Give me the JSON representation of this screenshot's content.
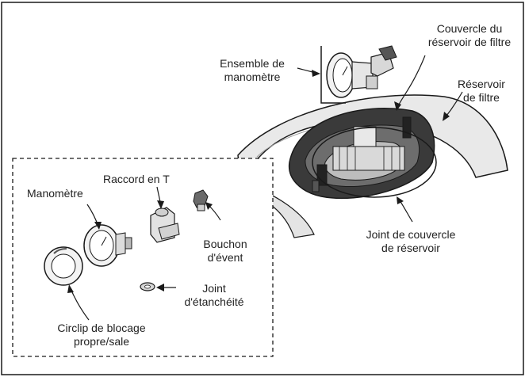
{
  "labels": {
    "couvercle_line1": "Couvercle du",
    "couvercle_line2": "réservoir de filtre",
    "ensemble_line1": "Ensemble de",
    "ensemble_line2": "manomètre",
    "reservoir_line1": "Réservoir",
    "reservoir_line2": "de filtre",
    "joint_couvercle_line1": "Joint de couvercle",
    "joint_couvercle_line2": "de réservoir",
    "manometre": "Manomètre",
    "raccord": "Raccord en T",
    "bouchon_line1": "Bouchon",
    "bouchon_line2": "d'évent",
    "joint_etanch_line1": "Joint",
    "joint_etanch_line2": "d'étanchéité",
    "circlip_line1": "Circlip de blocage",
    "circlip_line2": "propre/sale"
  },
  "colors": {
    "outline": "#1a1a1a",
    "tank_fill": "#e9e9e9",
    "lid_dark": "#3a3a3a",
    "lid_mid": "#6d6d6d"
  }
}
